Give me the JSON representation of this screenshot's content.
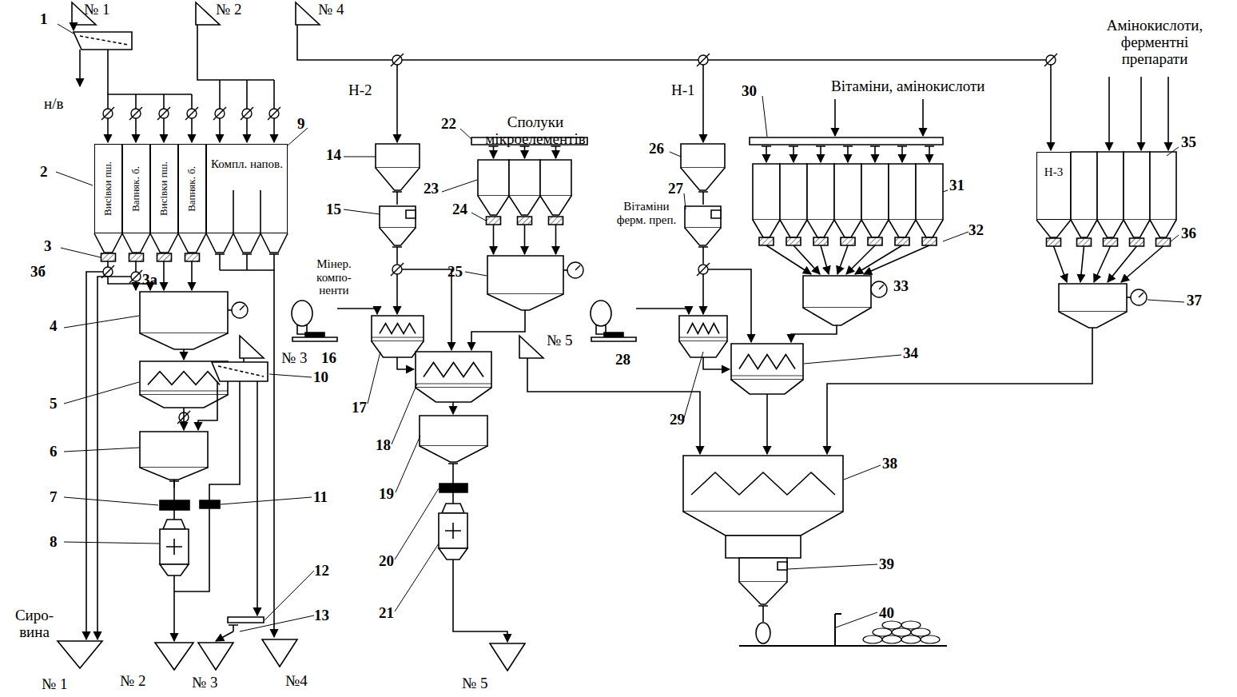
{
  "diagram": {
    "nodes": [
      {
        "text": [
          "Висівки пш."
        ]
      },
      {
        "text": [
          "Вапняк. б."
        ]
      },
      {
        "text": [
          "Висівки пш."
        ]
      },
      {
        "text": [
          "Вапняк. б."
        ]
      },
      {
        "text": [
          "Компл. напов."
        ]
      },
      {
        "text": [
          "Н-3"
        ]
      }
    ],
    "labels": [
      "№ 1",
      "№ 2",
      "№ 4",
      "1",
      "Амінокислоти, ферментні препарати",
      "н/в",
      "Н-2",
      "Н-1",
      "Вітаміни, амінокислоти",
      "Сполуки мікроелементів",
      "22",
      "30",
      "9",
      "2",
      "26",
      "14",
      "10",
      "23",
      "35",
      "27",
      "Вітаміни ферм. преп.",
      "31",
      "15",
      "24",
      "32",
      "36",
      "3",
      "Мінер. компо- ненти",
      "11",
      "3б",
      "3а",
      "25",
      "33",
      "37",
      "4",
      "12",
      "16",
      "№ 3",
      "№ 5",
      "28",
      "34",
      "13",
      "5",
      "17",
      "29",
      "18",
      "6",
      "38",
      "19",
      "7",
      "8",
      "20",
      "39",
      "21",
      "40",
      "Сиро- вина",
      "№ 1",
      "№ 2",
      "№ 3",
      "№4",
      "№ 5"
    ]
  }
}
